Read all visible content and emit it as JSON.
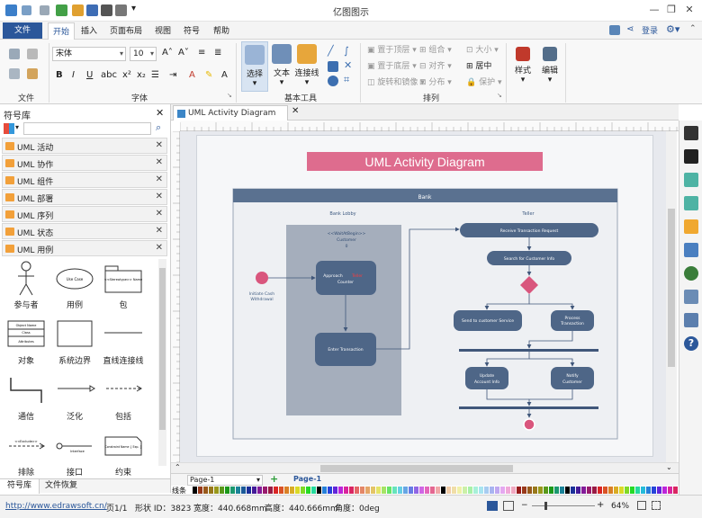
{
  "app": {
    "title": "亿图图示"
  },
  "menu": {
    "file": "文件",
    "tabs": [
      "开始",
      "插入",
      "页面布局",
      "视图",
      "符号",
      "帮助"
    ],
    "login": "登录"
  },
  "ribbon": {
    "font_name": "宋体",
    "font_size": "10",
    "groups": {
      "file": "文件",
      "font": "字体",
      "basic_tools": "基本工具",
      "arrange": "排列"
    },
    "tools": {
      "select": "选择",
      "text": "文本",
      "connector": "连接线",
      "style": "样式",
      "edit": "编辑"
    },
    "arrange": {
      "bring_front": "置于顶层",
      "send_back": "置于底层",
      "rotate_mirror": "旋转和镜像",
      "group": "组合",
      "align": "对齐",
      "distribute": "分布",
      "size": "大小",
      "center": "居中",
      "protect": "保护"
    }
  },
  "library": {
    "title": "符号库",
    "categories": [
      "UML 活动",
      "UML 协作",
      "UML 组件",
      "UML 部署",
      "UML 序列",
      "UML 状态",
      "UML 用例"
    ],
    "shapes": [
      "参与者",
      "用例",
      "包",
      "对象",
      "系统边界",
      "直线连接线",
      "通信",
      "泛化",
      "包括",
      "排除",
      "接口",
      "约束"
    ],
    "shape_inner": {
      "use_case": "Use Case",
      "package": "<<Stereotype>> Name",
      "object1": "Object Name",
      "object2": "Class",
      "object3": "Attributes",
      "exclude": "<<Exclude>>",
      "interface": "Interface",
      "constraint": "Constraint Name { Exp. }"
    },
    "bottom_tabs": [
      "符号库",
      "文件恢复"
    ]
  },
  "document": {
    "tab": "UML Activity Diagram"
  },
  "diagram": {
    "title": "UML Activity Diagram",
    "pool": "Bank",
    "lane1": "Bank Lobby",
    "lane1_note": "<<WaitAtBegin>>",
    "lane1_note2": "Customer",
    "lane1_note3": "0",
    "lane2": "Teller",
    "start_label": "Initiate Cash Withdrawal",
    "approach_a": "Approach",
    "approach_b": "Teller",
    "approach_c": "Counter",
    "enter": "Enter Transaction",
    "receive": "Receive Transaction Request",
    "search": "Search for Customer Info",
    "send": "Send to customer Service",
    "process": "Process Transaction",
    "update": "Update Account Info",
    "notify": "Notify Customer"
  },
  "pages": {
    "current": "Page-1",
    "list": [
      "Page-1"
    ]
  },
  "status": {
    "url": "http://www.edrawsoft.cn/",
    "page": "页1/1",
    "shape_id": "形状 ID：3823",
    "width": "宽度：440.668mm",
    "height": "高度：440.666mm",
    "angle": "角度：0deg",
    "zoom": "64%",
    "line_label": "线条"
  },
  "colors": {
    "accent": "#2b579a",
    "lane_header": "#5a7190",
    "node": "#4e6687",
    "title_bg": "#de6c8e",
    "start": "#d9567d"
  }
}
